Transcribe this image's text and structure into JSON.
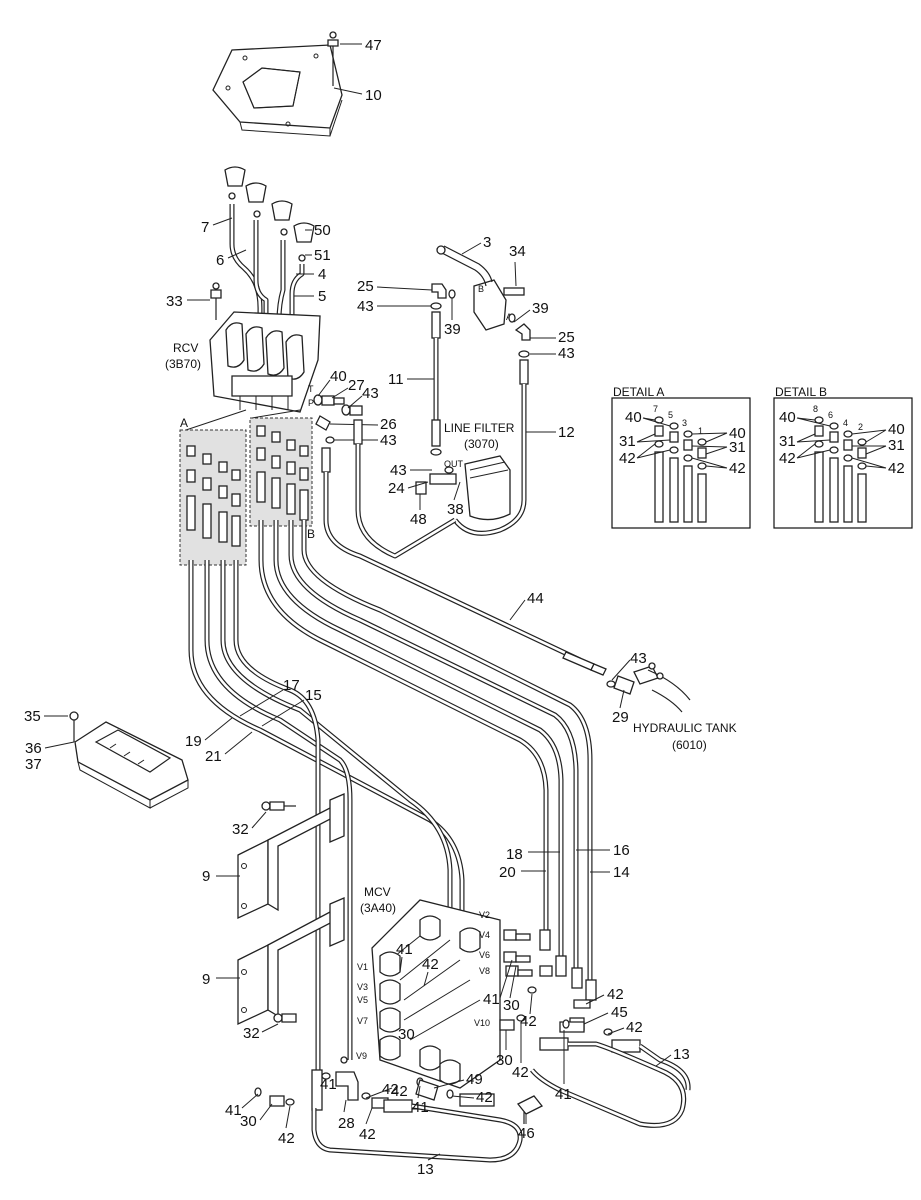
{
  "callouts": {
    "n47": "47",
    "n10": "10",
    "n7": "7",
    "n6": "6",
    "n50": "50",
    "n51": "51",
    "n4": "4",
    "n5": "5",
    "n33": "33",
    "n3": "3",
    "n34": "34",
    "n25a": "25",
    "n43a": "43",
    "n39a": "39",
    "n39b": "39",
    "n25b": "25",
    "n43b": "43",
    "n11": "11",
    "n12": "12",
    "n40": "40",
    "n27": "27",
    "n43c": "43",
    "n26": "26",
    "n43d": "43",
    "n43e": "43",
    "n24": "24",
    "n48": "48",
    "n38": "38",
    "n44": "44",
    "n43f": "43",
    "n29": "29",
    "n17": "17",
    "n15": "15",
    "n19": "19",
    "n21": "21",
    "n35": "35",
    "n36": "36",
    "n37": "37",
    "n32a": "32",
    "n9a": "9",
    "n9b": "9",
    "n32b": "32",
    "n18": "18",
    "n16": "16",
    "n20": "20",
    "n14": "14",
    "n41a": "41",
    "n42a": "42",
    "n41b": "41",
    "n30a": "30",
    "n42b": "42",
    "n42c": "42",
    "n45": "45",
    "n30b": "30",
    "n42d": "42",
    "n42e": "42",
    "n13a": "13",
    "n30c": "30",
    "n42f": "42",
    "n41c": "41",
    "n49": "49",
    "n42g": "42",
    "n41d": "41",
    "n41e": "41",
    "n30d": "30",
    "n42h": "42",
    "n28": "28",
    "n42i": "42",
    "n42j": "42",
    "n41f": "41",
    "n46": "46",
    "n13b": "13"
  },
  "labels": {
    "rcv": "RCV",
    "rcv_code": "(3B70)",
    "line_filter": "LINE FILTER",
    "line_filter_code": "(3070)",
    "out": "OUT",
    "port_b": "B",
    "port_a": "A",
    "hyd_tank": "HYDRAULIC TANK",
    "hyd_tank_code": "(6010)",
    "mcv": "MCV",
    "mcv_code": "(3A40)",
    "area_a": "A",
    "area_b": "B",
    "rcv_t": "T",
    "rcv_p": "P",
    "v1": "V1",
    "v2": "V2",
    "v3": "V3",
    "v4": "V4",
    "v5": "V5",
    "v6": "V6",
    "v7": "V7",
    "v8": "V8",
    "v9": "V9",
    "v10": "V10"
  },
  "detail_a": {
    "title": "DETAIL A",
    "n40l": "40",
    "n31l": "31",
    "n42l": "42",
    "n40r": "40",
    "n31r": "31",
    "n42r": "42",
    "p7": "7",
    "p5": "5",
    "p3": "3",
    "p1": "1"
  },
  "detail_b": {
    "title": "DETAIL B",
    "n40l": "40",
    "n31l": "31",
    "n42l": "42",
    "n40r": "40",
    "n31r": "31",
    "n42r": "42",
    "p8": "8",
    "p6": "6",
    "p4": "4",
    "p2": "2"
  }
}
